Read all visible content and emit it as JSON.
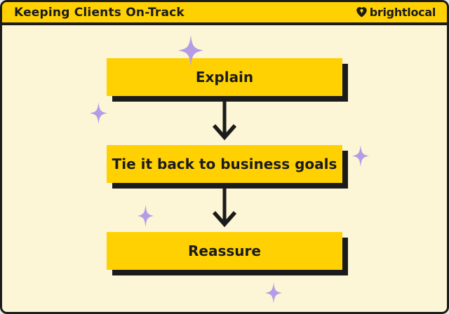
{
  "header": {
    "title": "Keeping Clients On-Track",
    "brand": "brightlocal"
  },
  "flow": {
    "type": "vertical-flowchart",
    "steps": [
      {
        "label": "Explain"
      },
      {
        "label": "Tie it back to business goals"
      },
      {
        "label": "Reassure"
      }
    ],
    "connectors": [
      "down-arrow",
      "down-arrow"
    ]
  },
  "icons": {
    "brand_icon": "heart-pin-icon",
    "decorations": "four-point-sparkle"
  },
  "colors": {
    "header_yellow": "#FFD102",
    "box_yellow": "#FFD102",
    "background_cream": "#FCF5D6",
    "ink_black": "#1B1B1B",
    "sparkle_purple": "#B49CE6"
  }
}
